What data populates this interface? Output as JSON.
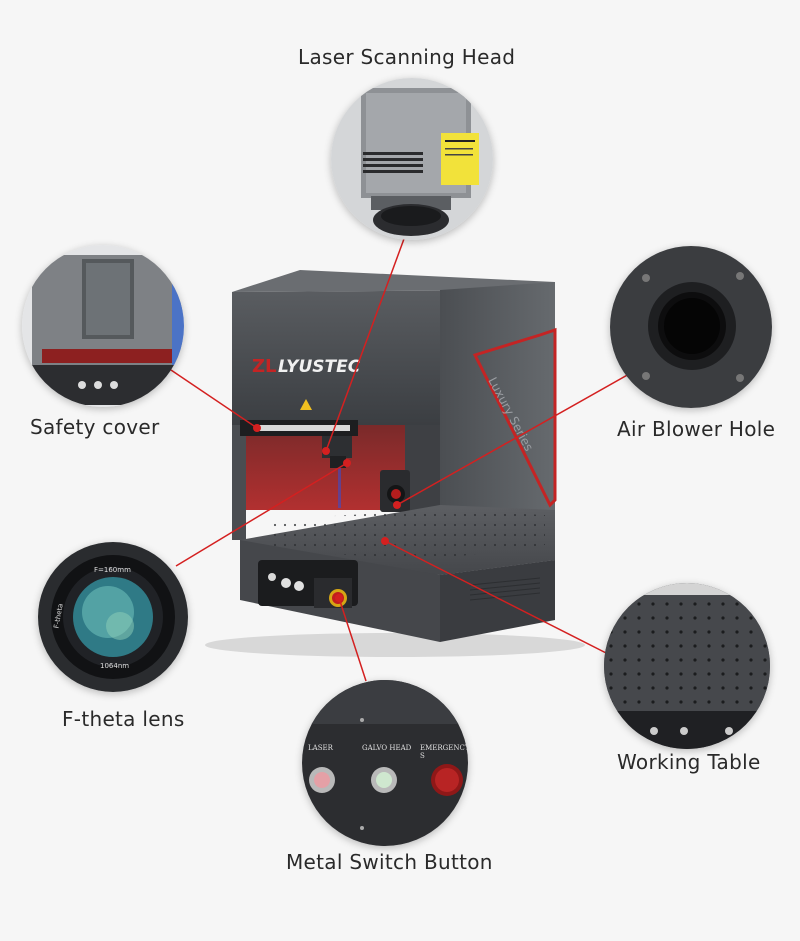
{
  "callouts": {
    "laser_head": "Laser Scanning Head",
    "safety_cover": "Safety cover",
    "air_blower": "Air Blower Hole",
    "ftheta": "F-theta lens",
    "working_table": "Working Table",
    "switch_button": "Metal Switch Button"
  },
  "machine": {
    "brand": "LYUSTEC",
    "series": "Luxury Series"
  },
  "switch_panel": {
    "laser": "LASER",
    "galvo": "GALVO HEAD",
    "emergency": "EMERGENCY S"
  },
  "lens_text": {
    "focal": "F=160mm",
    "wavelength": "1064nm",
    "name": "F-theta"
  },
  "accent_color": "#d42020"
}
